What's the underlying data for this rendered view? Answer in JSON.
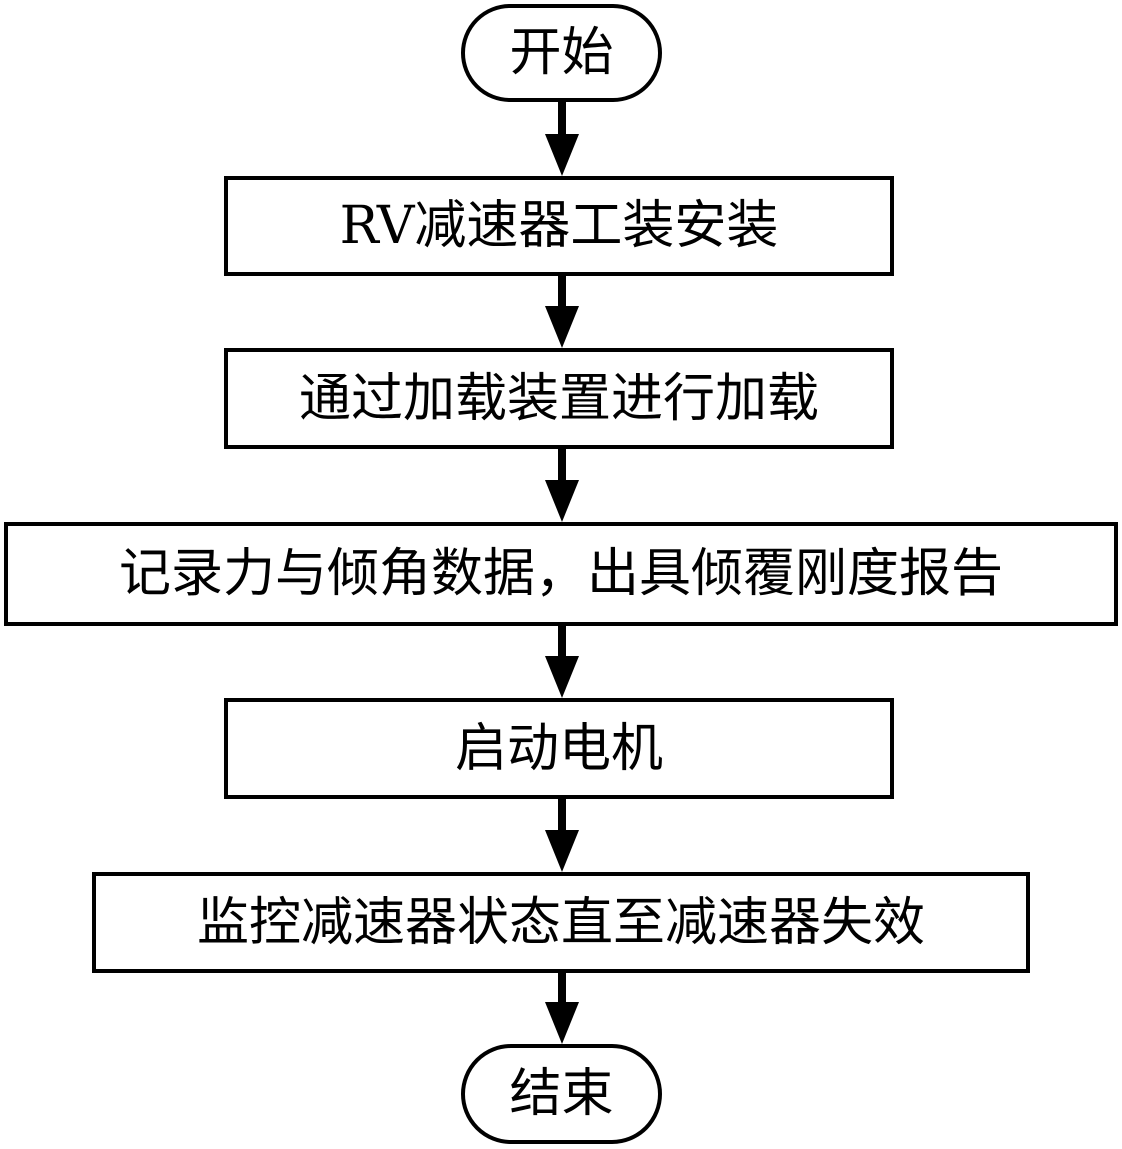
{
  "flowchart": {
    "start": "开始",
    "steps": [
      "RV减速器工装安装",
      "通过加载装置进行加载",
      "记录力与倾角数据，出具倾覆刚度报告",
      "启动电机",
      "监控减速器状态直至减速器失效"
    ],
    "end": "结束"
  }
}
